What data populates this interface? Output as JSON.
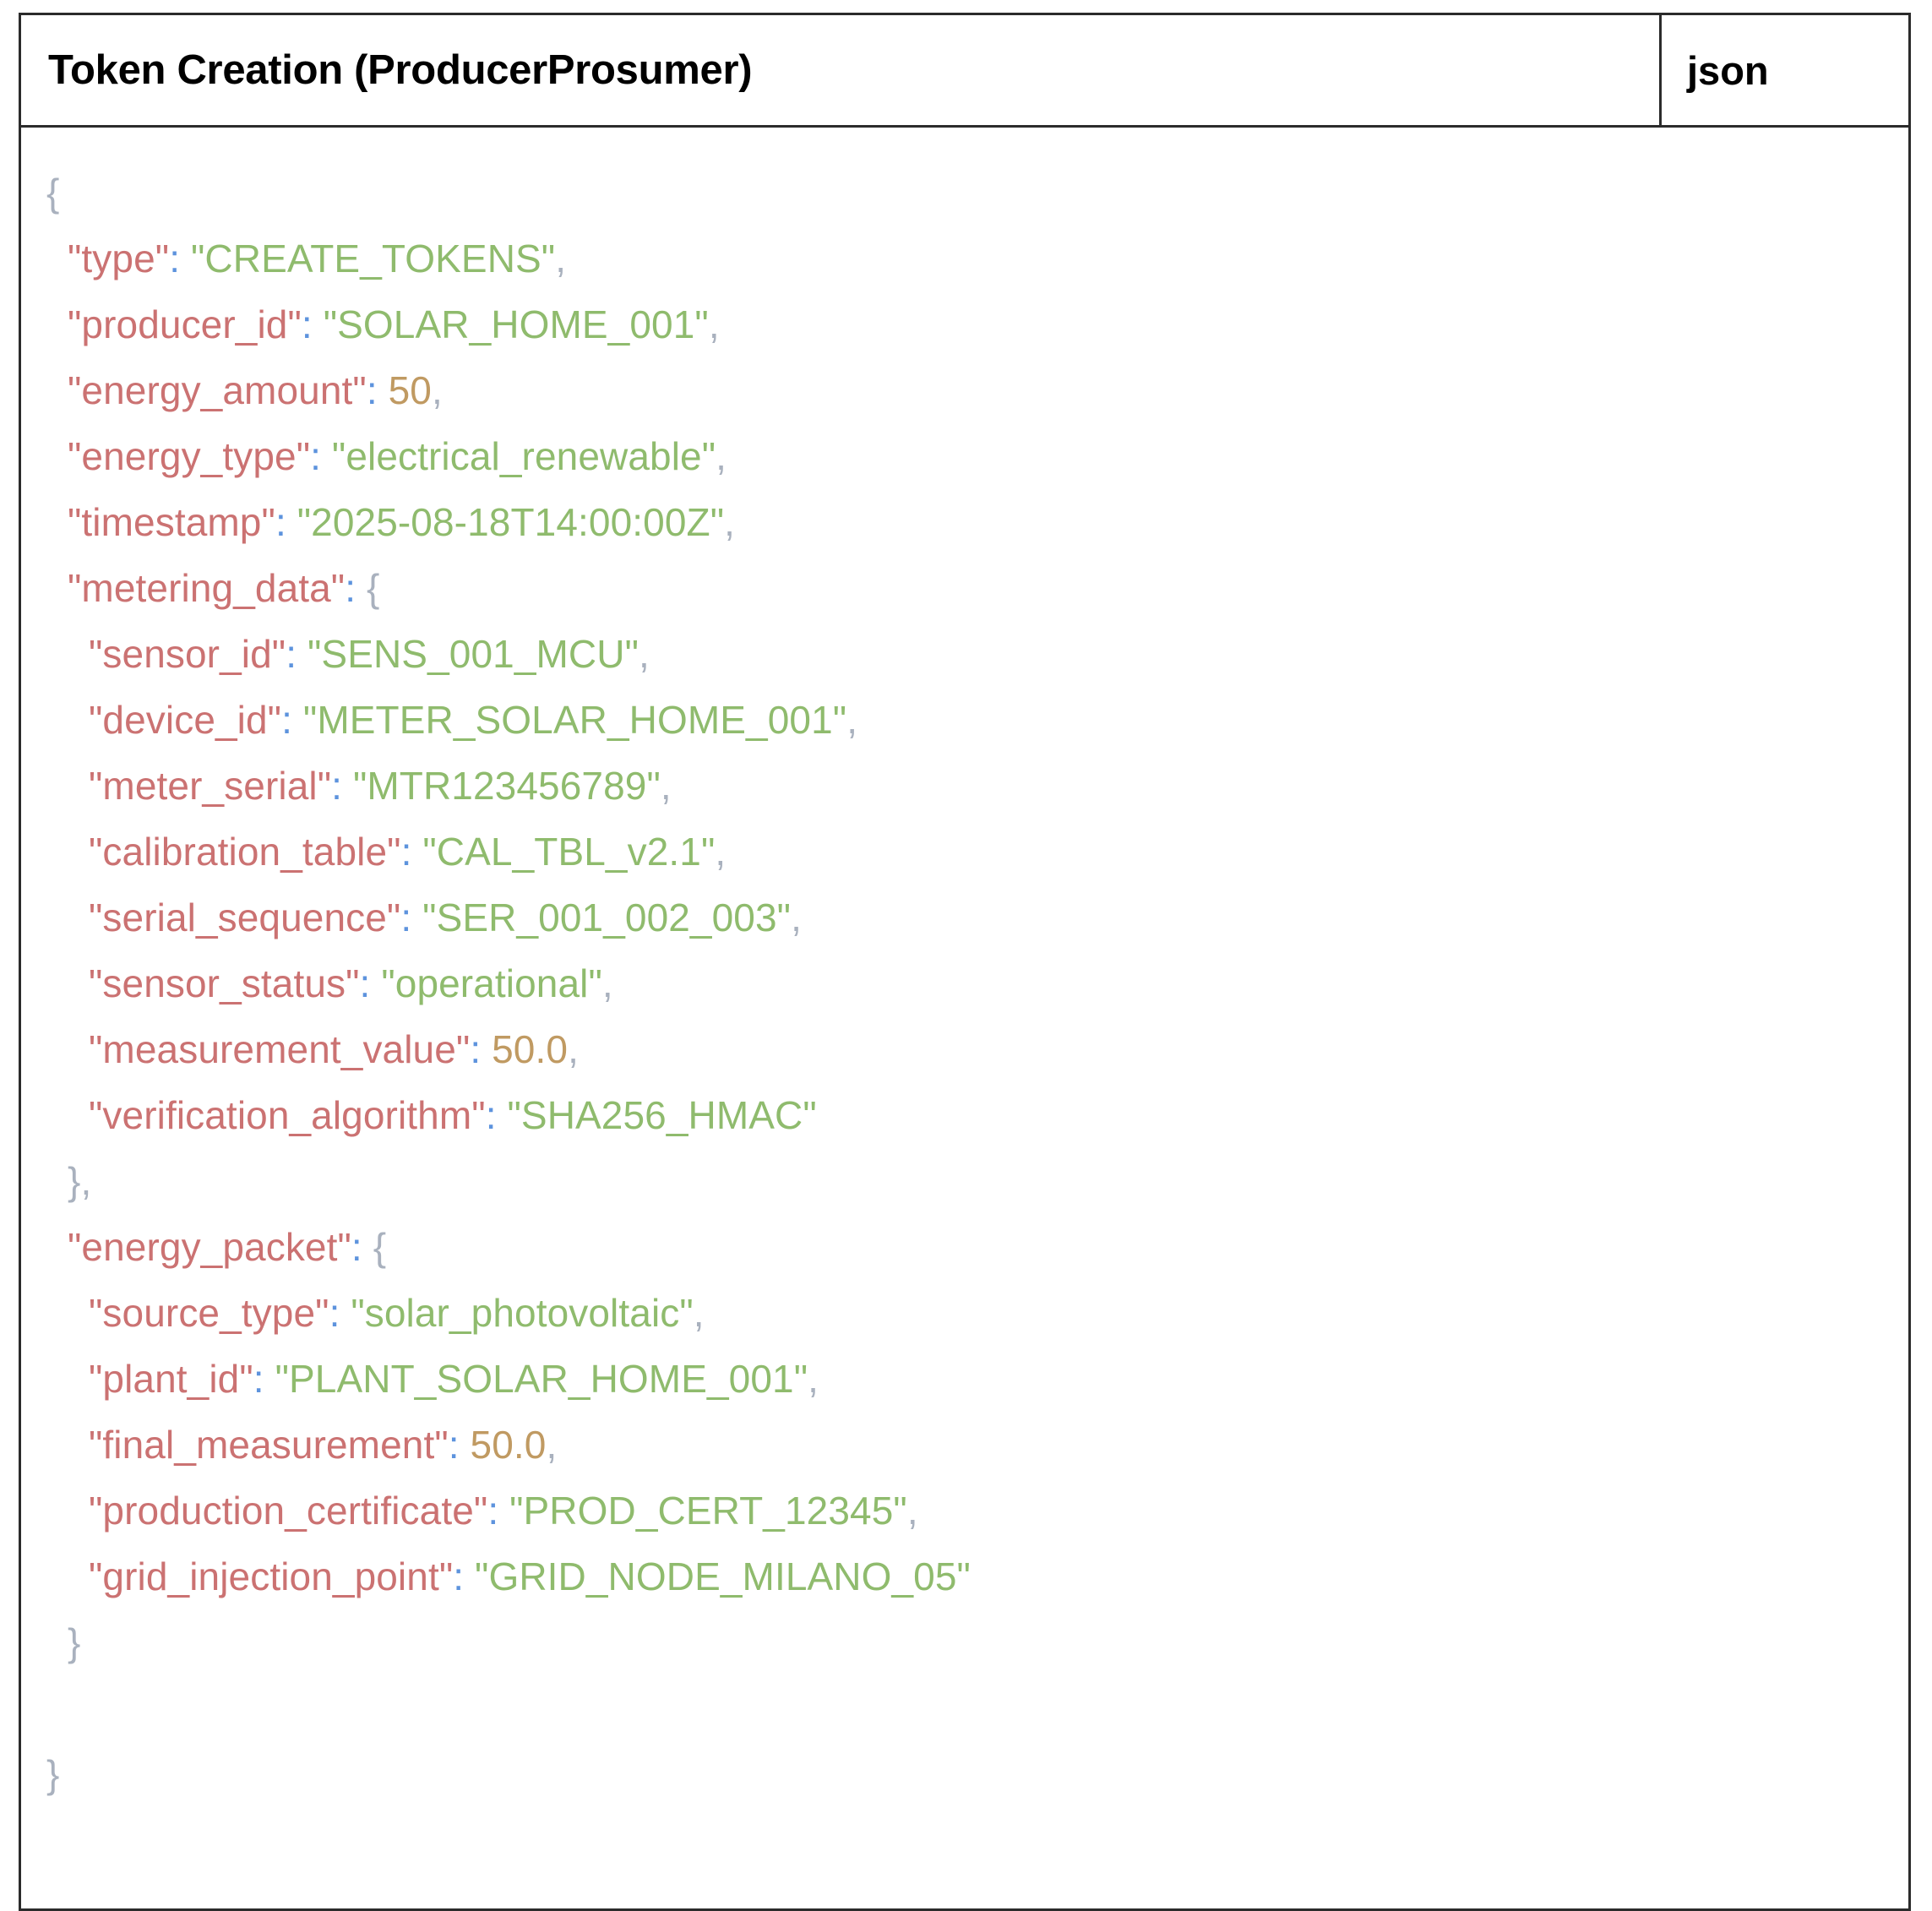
{
  "header": {
    "title": "Token Creation (ProducerProsumer)",
    "language": "json"
  },
  "colors": {
    "key": "#cb7272",
    "string": "#8fbb6d",
    "number": "#c09a62",
    "colon": "#5d93dd",
    "punctuation": "#a9b1be",
    "border": "#2b2b2b",
    "background": "#ffffff",
    "title_text": "#000000"
  },
  "code": {
    "language": "json",
    "lines": [
      {
        "indent": 0,
        "brace": "{"
      },
      {
        "indent": 1,
        "key": "\"type\"",
        "colon": ":",
        "string": "\"CREATE_TOKENS\"",
        "comma": ","
      },
      {
        "indent": 1,
        "key": "\"producer_id\"",
        "colon": ":",
        "string": "\"SOLAR_HOME_001\"",
        "comma": ","
      },
      {
        "indent": 1,
        "key": "\"energy_amount\"",
        "colon": ":",
        "number": "50",
        "comma": ","
      },
      {
        "indent": 1,
        "key": "\"energy_type\"",
        "colon": ":",
        "string": "\"electrical_renewable\"",
        "comma": ","
      },
      {
        "indent": 1,
        "key": "\"timestamp\"",
        "colon": ":",
        "string": "\"2025-08-18T14:00:00Z\"",
        "comma": ","
      },
      {
        "indent": 1,
        "key": "\"metering_data\"",
        "colon": ":",
        "brace": "{"
      },
      {
        "indent": 2,
        "key": "\"sensor_id\"",
        "colon": ":",
        "string": "\"SENS_001_MCU\"",
        "comma": ","
      },
      {
        "indent": 2,
        "key": "\"device_id\"",
        "colon": ":",
        "string": "\"METER_SOLAR_HOME_001\"",
        "comma": ","
      },
      {
        "indent": 2,
        "key": "\"meter_serial\"",
        "colon": ":",
        "string": "\"MTR123456789\"",
        "comma": ","
      },
      {
        "indent": 2,
        "key": "\"calibration_table\"",
        "colon": ":",
        "string": "\"CAL_TBL_v2.1\"",
        "comma": ","
      },
      {
        "indent": 2,
        "key": "\"serial_sequence\"",
        "colon": ":",
        "string": "\"SER_001_002_003\"",
        "comma": ","
      },
      {
        "indent": 2,
        "key": "\"sensor_status\"",
        "colon": ":",
        "string": "\"operational\"",
        "comma": ","
      },
      {
        "indent": 2,
        "key": "\"measurement_value\"",
        "colon": ":",
        "number": "50.0",
        "comma": ","
      },
      {
        "indent": 2,
        "key": "\"verification_algorithm\"",
        "colon": ":",
        "string": "\"SHA256_HMAC\""
      },
      {
        "indent": 1,
        "brace": "}",
        "comma": ","
      },
      {
        "indent": 1,
        "key": "\"energy_packet\"",
        "colon": ":",
        "brace": "{"
      },
      {
        "indent": 2,
        "key": "\"source_type\"",
        "colon": ":",
        "string": "\"solar_photovoltaic\"",
        "comma": ","
      },
      {
        "indent": 2,
        "key": "\"plant_id\"",
        "colon": ":",
        "string": "\"PLANT_SOLAR_HOME_001\"",
        "comma": ","
      },
      {
        "indent": 2,
        "key": "\"final_measurement\"",
        "colon": ":",
        "number": "50.0",
        "comma": ","
      },
      {
        "indent": 2,
        "key": "\"production_certificate\"",
        "colon": ":",
        "string": "\"PROD_CERT_12345\"",
        "comma": ","
      },
      {
        "indent": 2,
        "key": "\"grid_injection_point\"",
        "colon": ":",
        "string": "\"GRID_NODE_MILANO_05\""
      },
      {
        "indent": 1,
        "brace": "}"
      },
      {
        "indent": 0,
        "blank": true
      },
      {
        "indent": 0,
        "brace": "}"
      }
    ]
  }
}
